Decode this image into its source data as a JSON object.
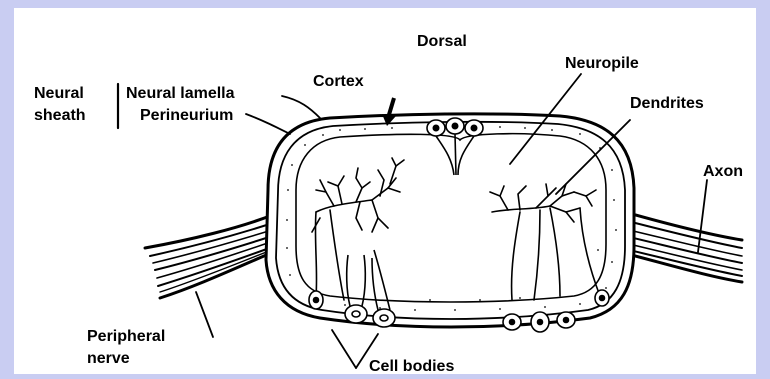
{
  "labels": {
    "dorsal": "Dorsal",
    "neural": "Neural",
    "sheath": "sheath",
    "neural_lamella": "Neural lamella",
    "perineurium": "Perineurium",
    "cortex": "Cortex",
    "neuropile": "Neuropile",
    "dendrites": "Dendrites",
    "axon": "Axon",
    "peripheral": "Peripheral",
    "nerve": "nerve",
    "cell_bodies": "Cell bodies"
  },
  "colors": {
    "frame": "#c9cdf2",
    "panel": "#ffffff",
    "ink": "#000000"
  }
}
